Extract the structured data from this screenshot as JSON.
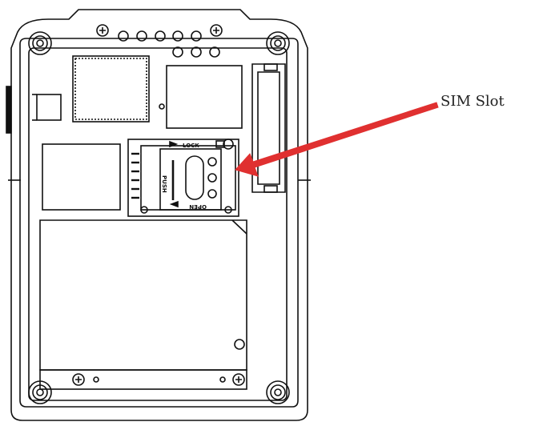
{
  "callout": {
    "label": "SIM Slot",
    "arrow_color": "#e03030"
  },
  "sim_tray": {
    "lock_text": "LOCK",
    "open_text": "OPEN",
    "push_text": "PUSH"
  },
  "colors": {
    "line": "#111111",
    "background": "#ffffff"
  }
}
